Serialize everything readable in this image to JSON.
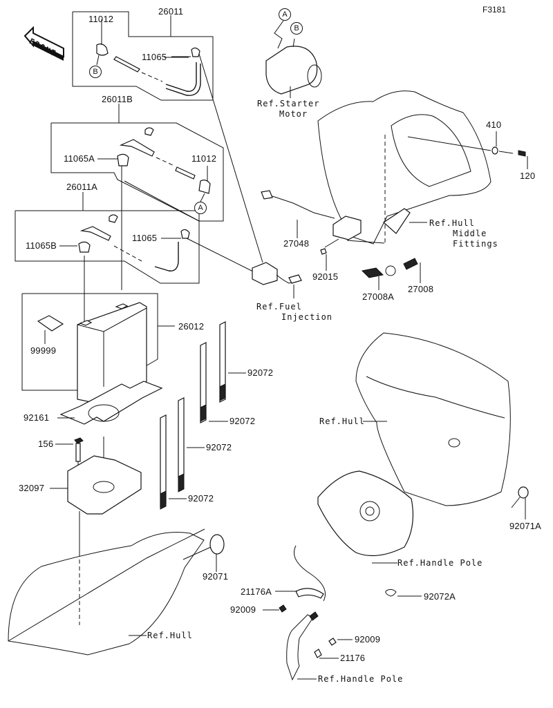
{
  "figure_id": "F3181",
  "front_indicator": "FRONT",
  "callouts": {
    "a": "A",
    "b": "B"
  },
  "parts": {
    "p26011": "26011",
    "p11012_top": "11012",
    "p11065_top": "11065",
    "p26011B": "26011B",
    "p11065A": "11065A",
    "p11012_mid": "11012",
    "p26011A": "26011A",
    "p11065B": "11065B",
    "p11065_mid": "11065",
    "p26012": "26012",
    "p99999": "99999",
    "p92161": "92161",
    "p156": "156",
    "p32097": "32097",
    "p92072_1": "92072",
    "p92072_2": "92072",
    "p92072_3": "92072",
    "p92072_4": "92072",
    "p92071": "92071",
    "p410": "410",
    "p120": "120",
    "p27048": "27048",
    "p92015": "92015",
    "p27008A": "27008A",
    "p27008": "27008",
    "p92071A": "92071A",
    "p21176A": "21176A",
    "p92009_1": "92009",
    "p92072A": "92072A",
    "p92009_2": "92009",
    "p21176": "21176"
  },
  "references": {
    "starter_motor": [
      "Ref.Starter",
      "Motor"
    ],
    "hull_middle_fittings": [
      "Ref.Hull",
      "Middle",
      "Fittings"
    ],
    "fuel_injection": [
      "Ref.Fuel",
      "Injection"
    ],
    "hull_right": "Ref.Hull",
    "hull_bottom": "Ref.Hull",
    "handle_pole_top": "Ref.Handle Pole",
    "handle_pole_bottom": "Ref.Handle Pole"
  }
}
